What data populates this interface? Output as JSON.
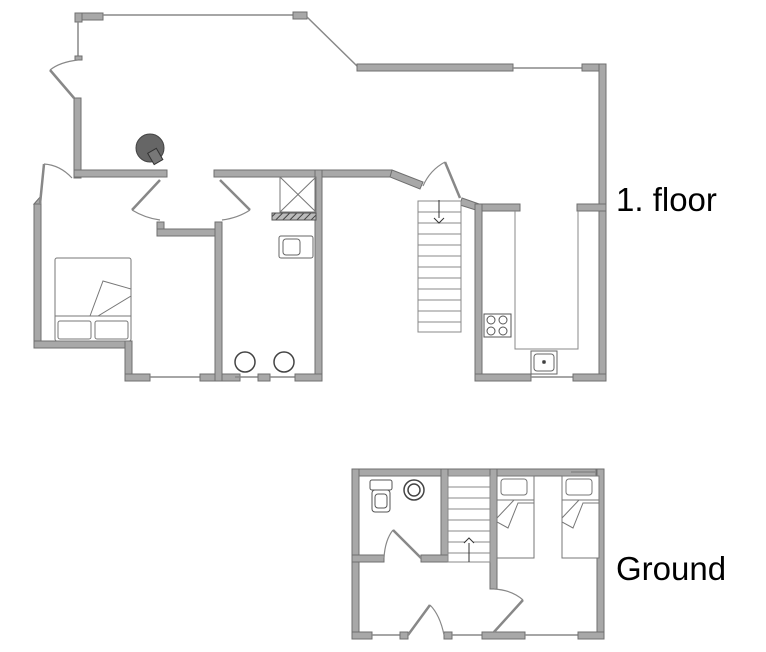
{
  "floors": [
    {
      "id": "first",
      "label": "1. floor"
    },
    {
      "id": "ground",
      "label": "Ground"
    }
  ],
  "colors": {
    "wall_fill": "#a8a8a8",
    "wall_edge": "#6f6f6f",
    "line": "#7a7a7a",
    "fixture": "#555555",
    "background": "#ffffff",
    "text": "#000000"
  },
  "first_floor": {
    "rooms": [
      "bedroom",
      "bathroom",
      "hallway",
      "living-area",
      "kitchen",
      "stairs"
    ],
    "fixtures": [
      "double-bed",
      "shower",
      "toilet",
      "washbasin",
      "washbasin",
      "stove",
      "kitchen-sink",
      "stove-heater"
    ]
  },
  "ground_floor": {
    "rooms": [
      "toilet-room",
      "stairs",
      "bedroom",
      "bedroom",
      "entrance-hall"
    ],
    "fixtures": [
      "toilet",
      "washbasin",
      "single-bed",
      "single-bed"
    ]
  }
}
